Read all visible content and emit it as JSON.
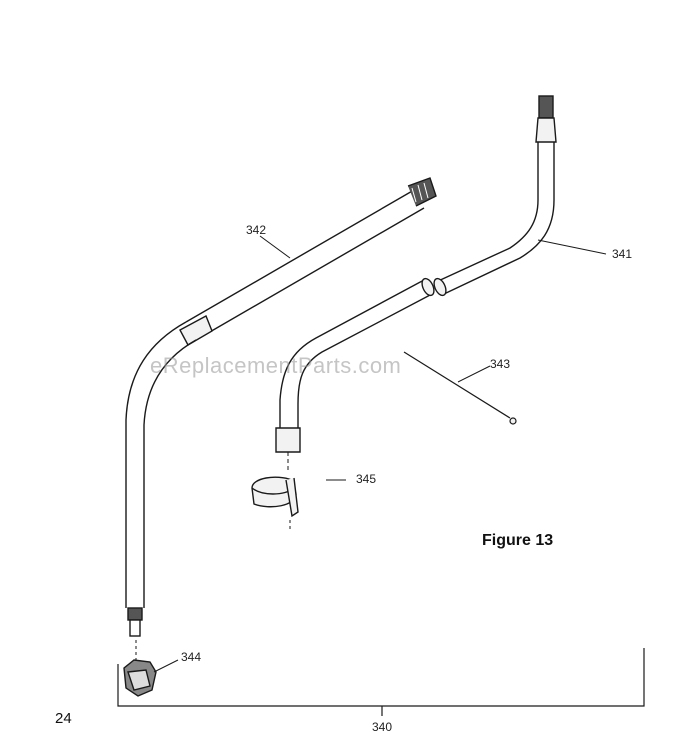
{
  "figure": {
    "title": "Figure 13",
    "page_number": "24",
    "watermark": "eReplacementParts.com"
  },
  "callouts": {
    "p340": "340",
    "p341": "341",
    "p342": "342",
    "p343": "343",
    "p344": "344",
    "p345": "345"
  },
  "colors": {
    "line": "#1a1a1a",
    "part_fill": "#f2f2f2",
    "shade": "#9a9a9a"
  }
}
